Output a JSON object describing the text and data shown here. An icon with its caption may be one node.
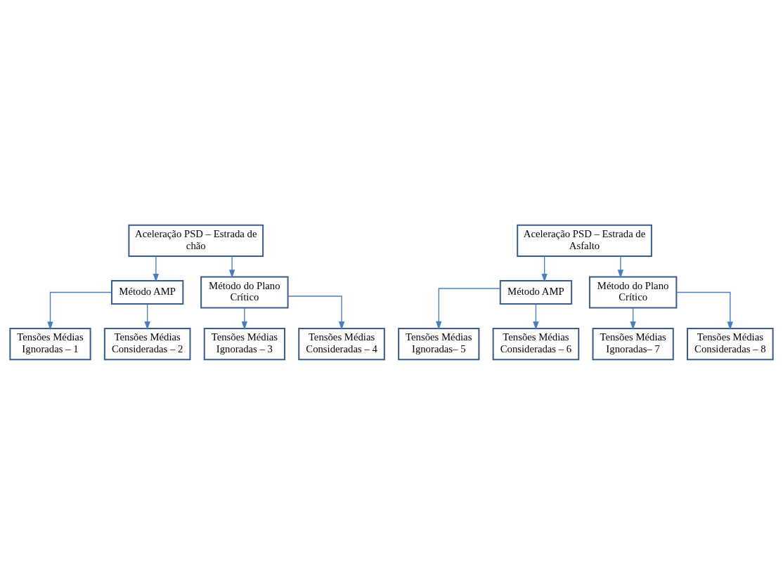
{
  "diagram": {
    "nodes": [
      {
        "text": [
          "Aceleração PSD – Estrada de chão"
        ]
      },
      {
        "text": [
          "Método AMP"
        ]
      },
      {
        "text": [
          "Método do Plano Crítico"
        ]
      },
      {
        "text": [
          "Tensões Médias Ignoradas – 1"
        ]
      },
      {
        "text": [
          "Tensões Médias Consideradas – 2"
        ]
      },
      {
        "text": [
          "Tensões Médias Ignoradas – 3"
        ]
      },
      {
        "text": [
          "Tensões Médias Consideradas – 4"
        ]
      },
      {
        "text": [
          "Aceleração PSD – Estrada de Asfalto"
        ]
      },
      {
        "text": [
          "Método AMP"
        ]
      },
      {
        "text": [
          "Método do Plano Crítico"
        ]
      },
      {
        "text": [
          "Tensões Médias Ignoradas– 5"
        ]
      },
      {
        "text": [
          "Tensões Médias Consideradas – 6"
        ]
      },
      {
        "text": [
          "Tensões Médias Ignoradas– 7"
        ]
      },
      {
        "text": [
          "Tensões Médias Consideradas – 8"
        ]
      }
    ],
    "edges": [
      {
        "from": 0,
        "to": 1,
        "arrow": "to"
      },
      {
        "from": 0,
        "to": 2,
        "arrow": "to"
      },
      {
        "from": 1,
        "to": 3,
        "arrow": "to"
      },
      {
        "from": 1,
        "to": 4,
        "arrow": "to"
      },
      {
        "from": 2,
        "to": 5,
        "arrow": "to"
      },
      {
        "from": 2,
        "to": 6,
        "arrow": "to"
      },
      {
        "from": 7,
        "to": 8,
        "arrow": "to"
      },
      {
        "from": 7,
        "to": 9,
        "arrow": "to"
      },
      {
        "from": 8,
        "to": 10,
        "arrow": "to"
      },
      {
        "from": 8,
        "to": 11,
        "arrow": "to"
      },
      {
        "from": 9,
        "to": 12,
        "arrow": "to"
      },
      {
        "from": 9,
        "to": 13,
        "arrow": "to"
      }
    ]
  }
}
